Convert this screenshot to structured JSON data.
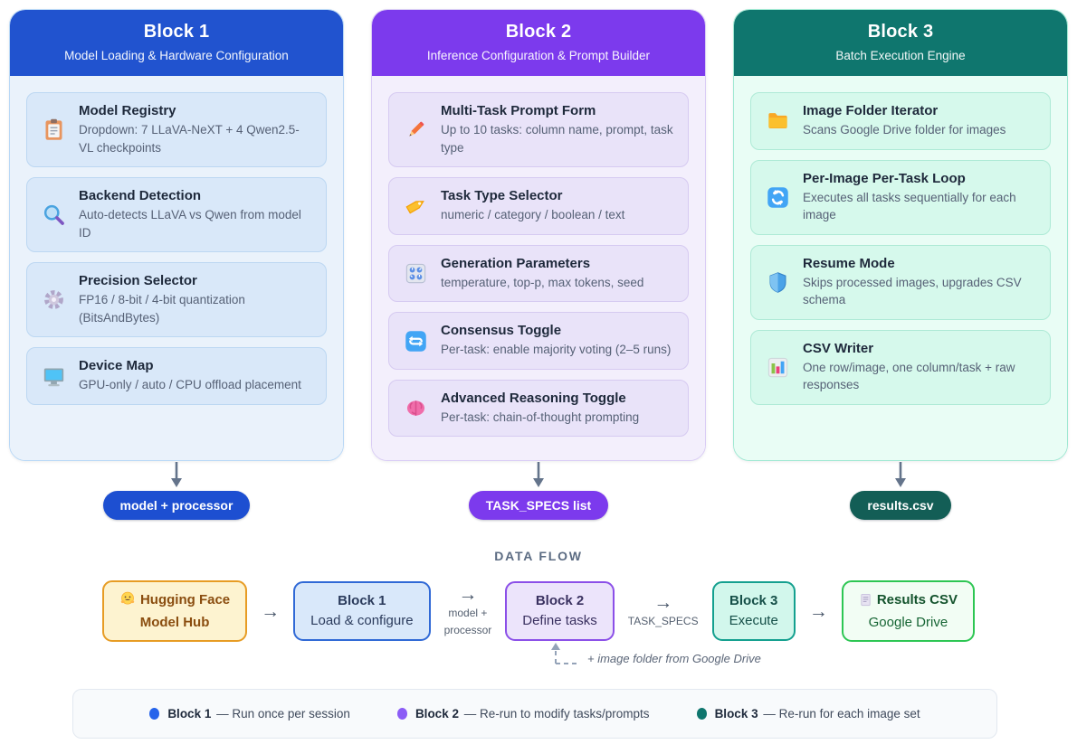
{
  "blocks": [
    {
      "title": "Block 1",
      "subtitle": "Model Loading & Hardware Configuration",
      "accent_color": "#2153cf",
      "output": "model + processor",
      "items": [
        {
          "icon": "clipboard",
          "title": "Model Registry",
          "desc": "Dropdown: 7 LLaVA-NeXT + 4 Qwen2.5-VL checkpoints"
        },
        {
          "icon": "magnifier",
          "title": "Backend Detection",
          "desc": "Auto-detects LLaVA vs Qwen from model ID"
        },
        {
          "icon": "gear",
          "title": "Precision Selector",
          "desc": "FP16 / 8-bit / 4-bit quantization (BitsAndBytes)"
        },
        {
          "icon": "monitor",
          "title": "Device Map",
          "desc": "GPU-only / auto / CPU offload placement"
        }
      ]
    },
    {
      "title": "Block 2",
      "subtitle": "Inference Configuration & Prompt Builder",
      "accent_color": "#7c3aed",
      "output": "TASK_SPECS list",
      "items": [
        {
          "icon": "pencil",
          "title": "Multi-Task Prompt Form",
          "desc": "Up to 10 tasks: column name, prompt, task type"
        },
        {
          "icon": "tag",
          "title": "Task Type Selector",
          "desc": "numeric / category / boolean / text"
        },
        {
          "icon": "control-knobs",
          "title": "Generation Parameters",
          "desc": "temperature, top-p, max tokens, seed"
        },
        {
          "icon": "repeat",
          "title": "Consensus Toggle",
          "desc": "Per-task: enable majority voting (2–5 runs)"
        },
        {
          "icon": "brain",
          "title": "Advanced Reasoning Toggle",
          "desc": "Per-task: chain-of-thought prompting"
        }
      ]
    },
    {
      "title": "Block 3",
      "subtitle": "Batch Execution Engine",
      "accent_color": "#0f766e",
      "output": "results.csv",
      "items": [
        {
          "icon": "folder",
          "title": "Image Folder Iterator",
          "desc": "Scans Google Drive folder for images"
        },
        {
          "icon": "sync",
          "title": "Per-Image Per-Task Loop",
          "desc": "Executes all tasks sequentially for each image"
        },
        {
          "icon": "shield",
          "title": "Resume Mode",
          "desc": "Skips processed images, upgrades CSV schema"
        },
        {
          "icon": "bar-chart",
          "title": "CSV Writer",
          "desc": "One row/image, one column/task + raw responses"
        }
      ]
    }
  ],
  "dataflow": {
    "heading": "DATA FLOW",
    "arrow": "→",
    "nodes": [
      {
        "icon": "hugging-face",
        "line1": "Hugging Face",
        "line2": "Model Hub"
      },
      {
        "line1": "Block 1",
        "line2": "Load & configure"
      },
      {
        "line1": "Block 2",
        "line2": "Define tasks"
      },
      {
        "line1": "Block 3",
        "line2": "Execute"
      },
      {
        "icon": "document",
        "line1": "Results CSV",
        "line2": "Google Drive"
      }
    ],
    "edge_labels": {
      "b1_b2_line1": "model +",
      "b1_b2_line2": "processor",
      "b2_b3": "TASK_SPECS"
    },
    "feedback_note": "+ image folder from Google Drive"
  },
  "legend": [
    {
      "label": "Block 1",
      "desc": "— Run once per session",
      "dot_color": "#2563eb"
    },
    {
      "label": "Block 2",
      "desc": "— Re-run to modify tasks/prompts",
      "dot_color": "#8b5cf6"
    },
    {
      "label": "Block 3",
      "desc": "— Re-run for each image set",
      "dot_color": "#0f766e"
    }
  ]
}
